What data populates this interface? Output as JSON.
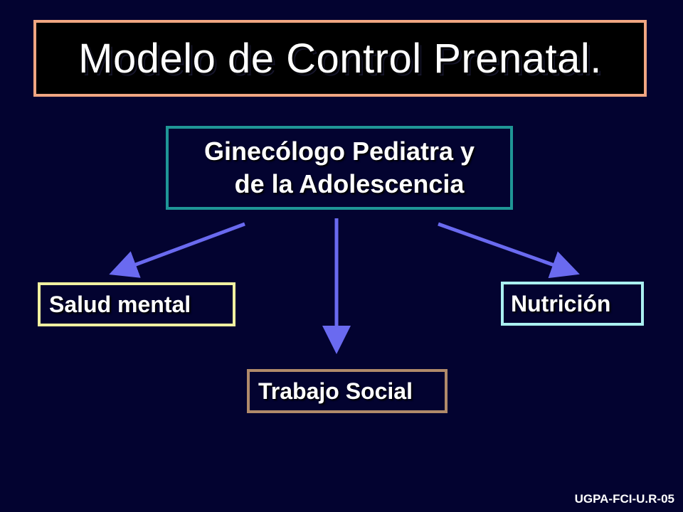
{
  "title": "Modelo de Control Prenatal.",
  "top_node": {
    "line1": "Ginecólogo Pediatra y",
    "line2": "de la Adolescencia"
  },
  "children": {
    "left": "Salud mental",
    "center": "Trabajo Social",
    "right": "Nutrición"
  },
  "footer": "UGPA-FCI-U.R-05",
  "colors": {
    "background": "#030330",
    "title_border": "#f0a682",
    "top_node_border": "#1f9696",
    "salud_border": "#f0f0a0",
    "nutricion_border": "#aaf0f0",
    "trabajo_border": "#b08a6a",
    "arrow": "#6a6af0"
  }
}
